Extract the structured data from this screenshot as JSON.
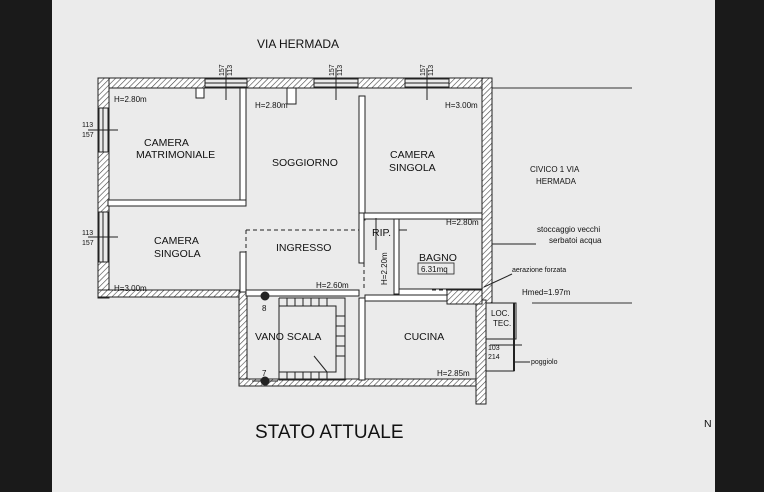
{
  "street": "VIA HERMADA",
  "title": "STATO ATTUALE",
  "neighbor": [
    "CIVICO 1 VIA",
    "HERMADA"
  ],
  "rooms": {
    "camera_matrimoniale": [
      "CAMERA",
      "MATRIMONIALE"
    ],
    "soggiorno": "SOGGIORNO",
    "camera_singola_1": [
      "CAMERA",
      "SINGOLA"
    ],
    "camera_singola_2": [
      "CAMERA",
      "SINGOLA"
    ],
    "ingresso": "INGRESSO",
    "ripostiglio": "RIP.",
    "bagno": "BAGNO",
    "bagno_area": "6.31mq",
    "vano_scala": "VANO SCALA",
    "cucina": "CUCINA",
    "locale_tecnico": [
      "LOC.",
      "TEC."
    ]
  },
  "heights": {
    "camera_matrimoniale": "H=2.80m",
    "soggiorno": "H=2.80m",
    "camera_singola_1": "H=3.00m",
    "camera_singola_2": "H=3.00m",
    "bagno": "H=2.80m",
    "ingresso": "H=2.60m",
    "ripostiglio": "H=2.20m",
    "cucina": "H=2.85m",
    "medio": "Hmed=1.97m"
  },
  "window_dims": {
    "top_1": [
      "113",
      "157"
    ],
    "top_2": [
      "113",
      "157"
    ],
    "top_3": [
      "113",
      "157"
    ],
    "left_1": [
      "113",
      "157"
    ],
    "left_2": [
      "113",
      "157"
    ],
    "balcony_door": [
      "103",
      "214"
    ]
  },
  "notes": {
    "storage": [
      "stoccaggio vecchi",
      "serbatoi acqua"
    ],
    "ventilation": "aerazione forzata",
    "balcony": "poggiolo"
  },
  "stair_steps": {
    "upper": "8",
    "lower": "7"
  },
  "edge_mark": "N"
}
